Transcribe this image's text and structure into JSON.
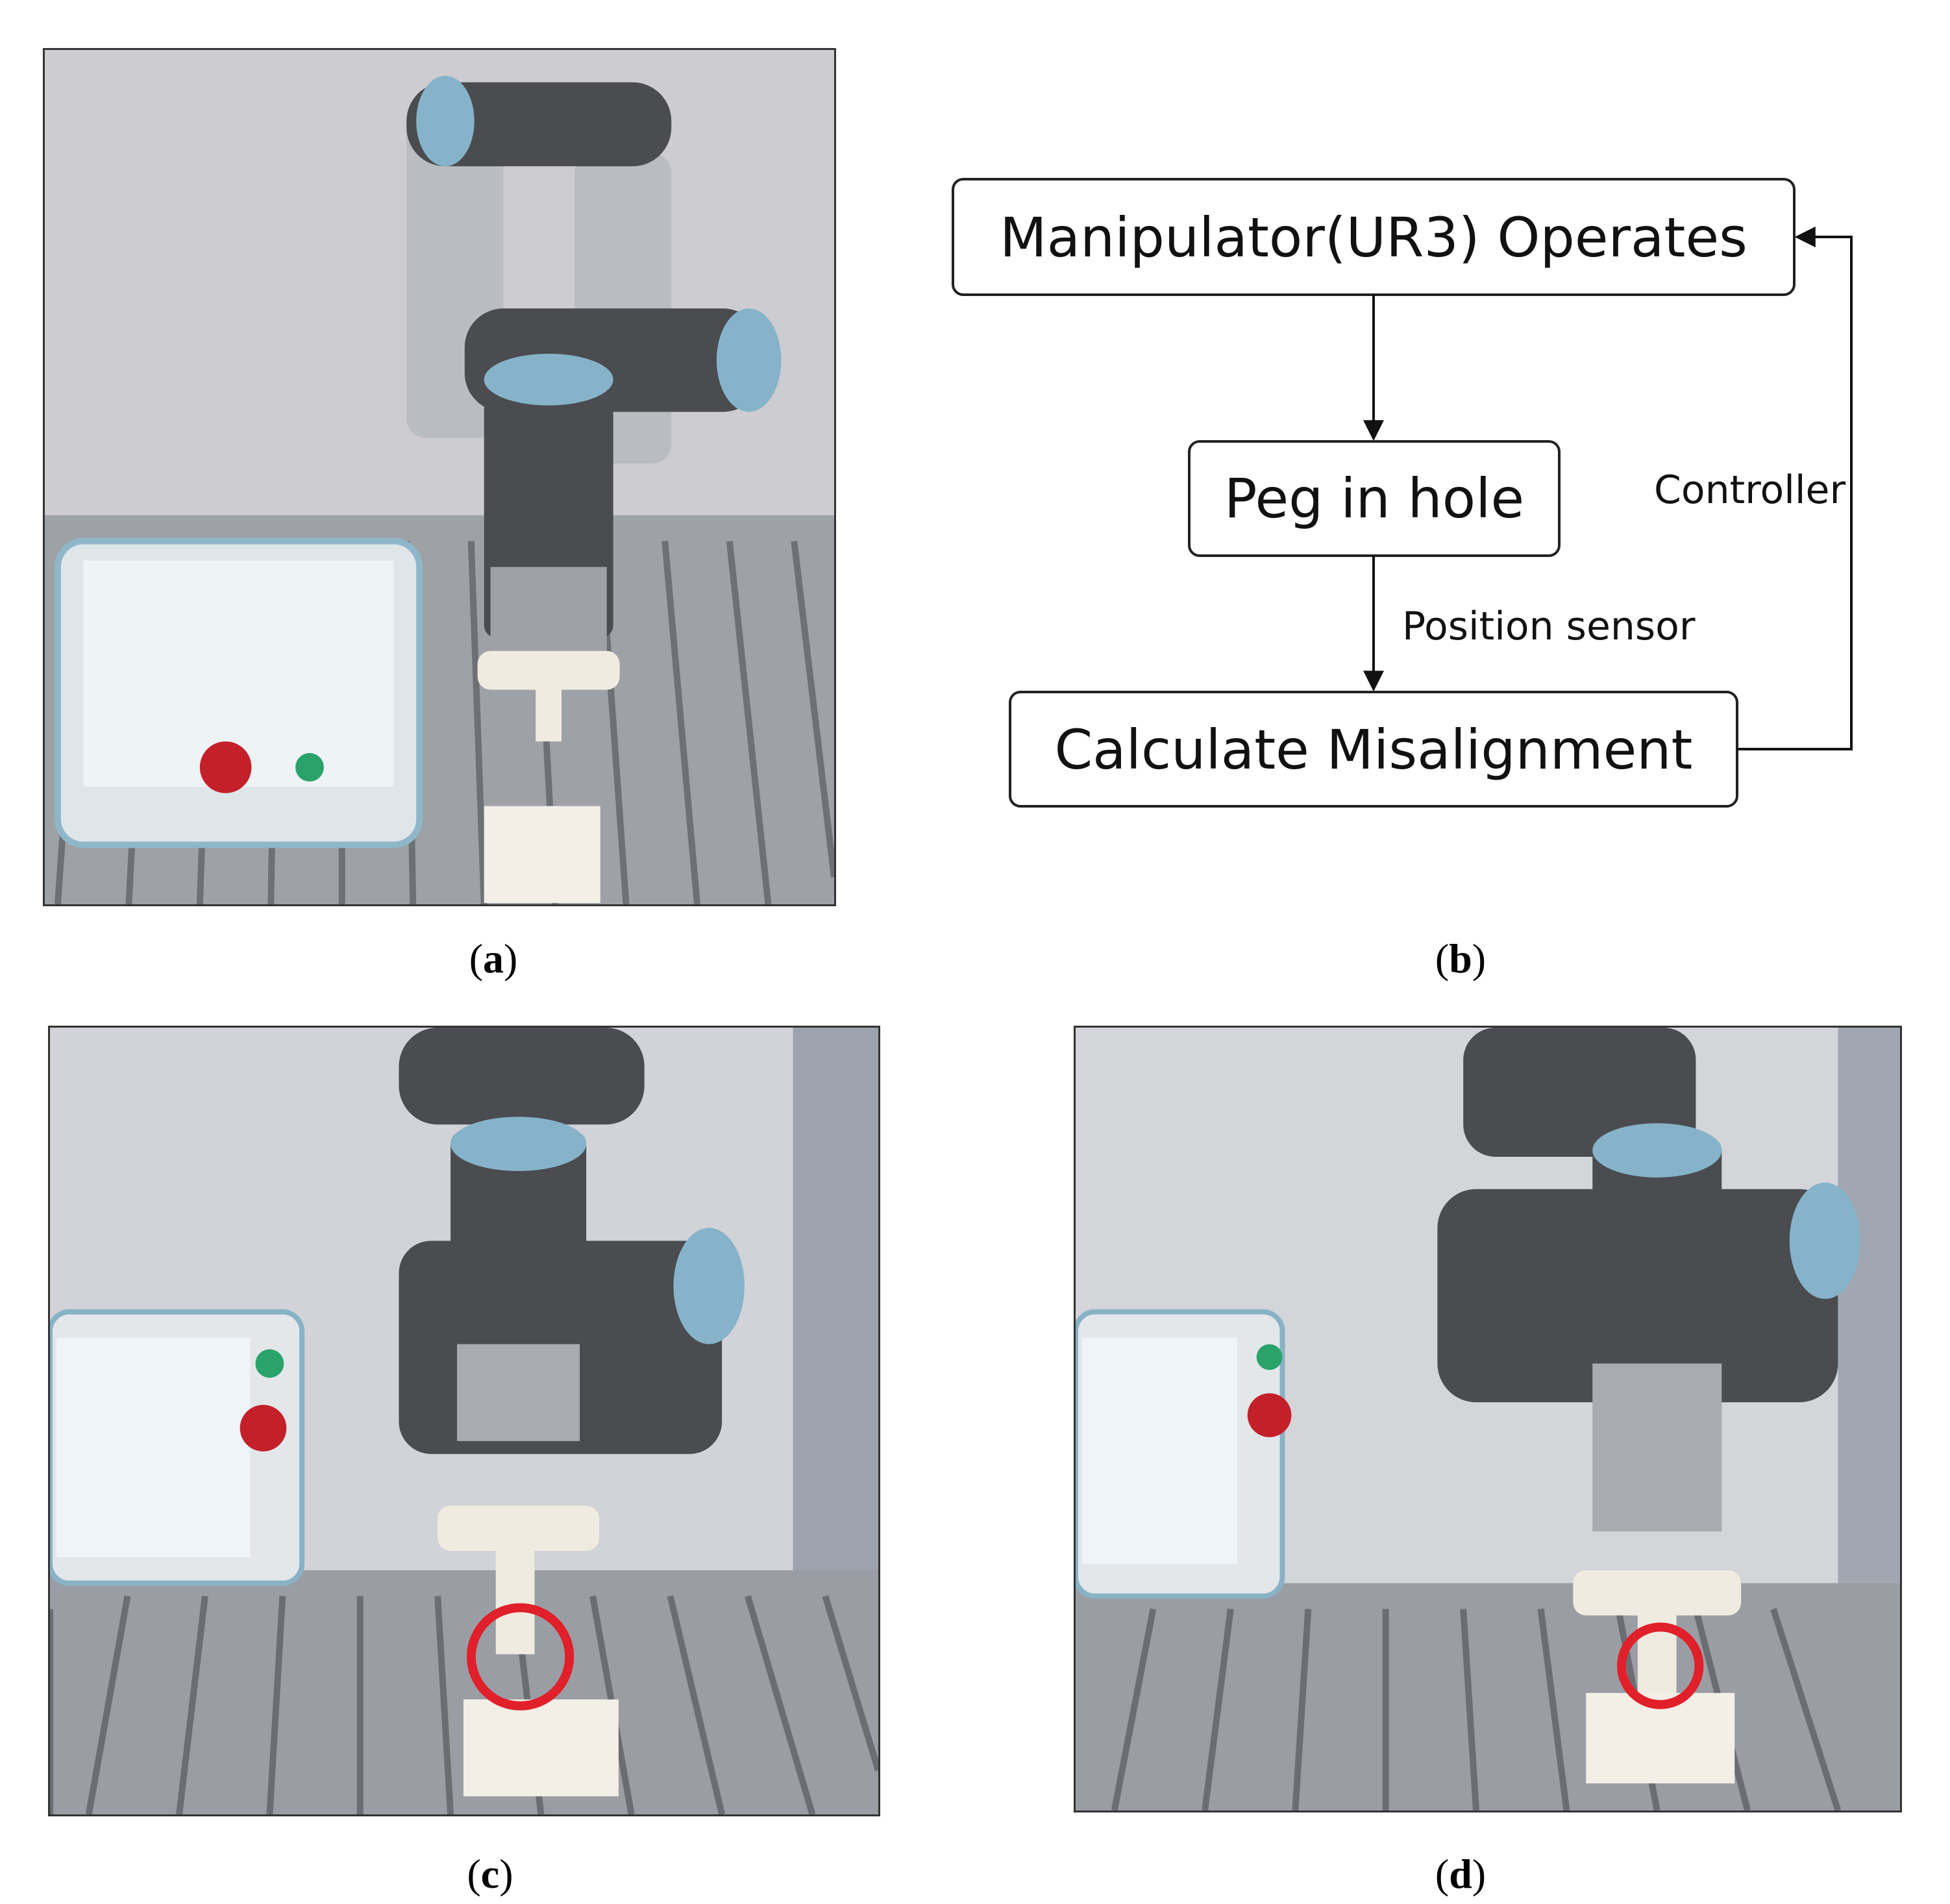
{
  "panels": [
    {
      "id": "a",
      "caption": "a",
      "kind": "photo",
      "subject": "UR3 manipulator arm with teach pendant and peg-in-hole fixture"
    },
    {
      "id": "b",
      "caption": "b",
      "kind": "flow-diagram"
    },
    {
      "id": "c",
      "caption": "c",
      "kind": "photo",
      "subject": "peg above hole, misaligned",
      "highlight_color": "#e0202a"
    },
    {
      "id": "d",
      "caption": "d",
      "kind": "photo",
      "subject": "peg inserted into hole",
      "highlight_color": "#e0202a"
    }
  ],
  "diagram": {
    "nodes": {
      "manipulator": "Manipulator(UR3) Operates",
      "peg": "Peg in hole",
      "calc": "Calculate Misalignment"
    },
    "edges": {
      "position_sensor": "Position sensor",
      "controller": "Controller"
    }
  },
  "colors": {
    "robot_cap": "#86b3c9",
    "robot_body": "#4a4c50",
    "aluminum": "#b9bcc0",
    "highlight": "#e0202a"
  }
}
